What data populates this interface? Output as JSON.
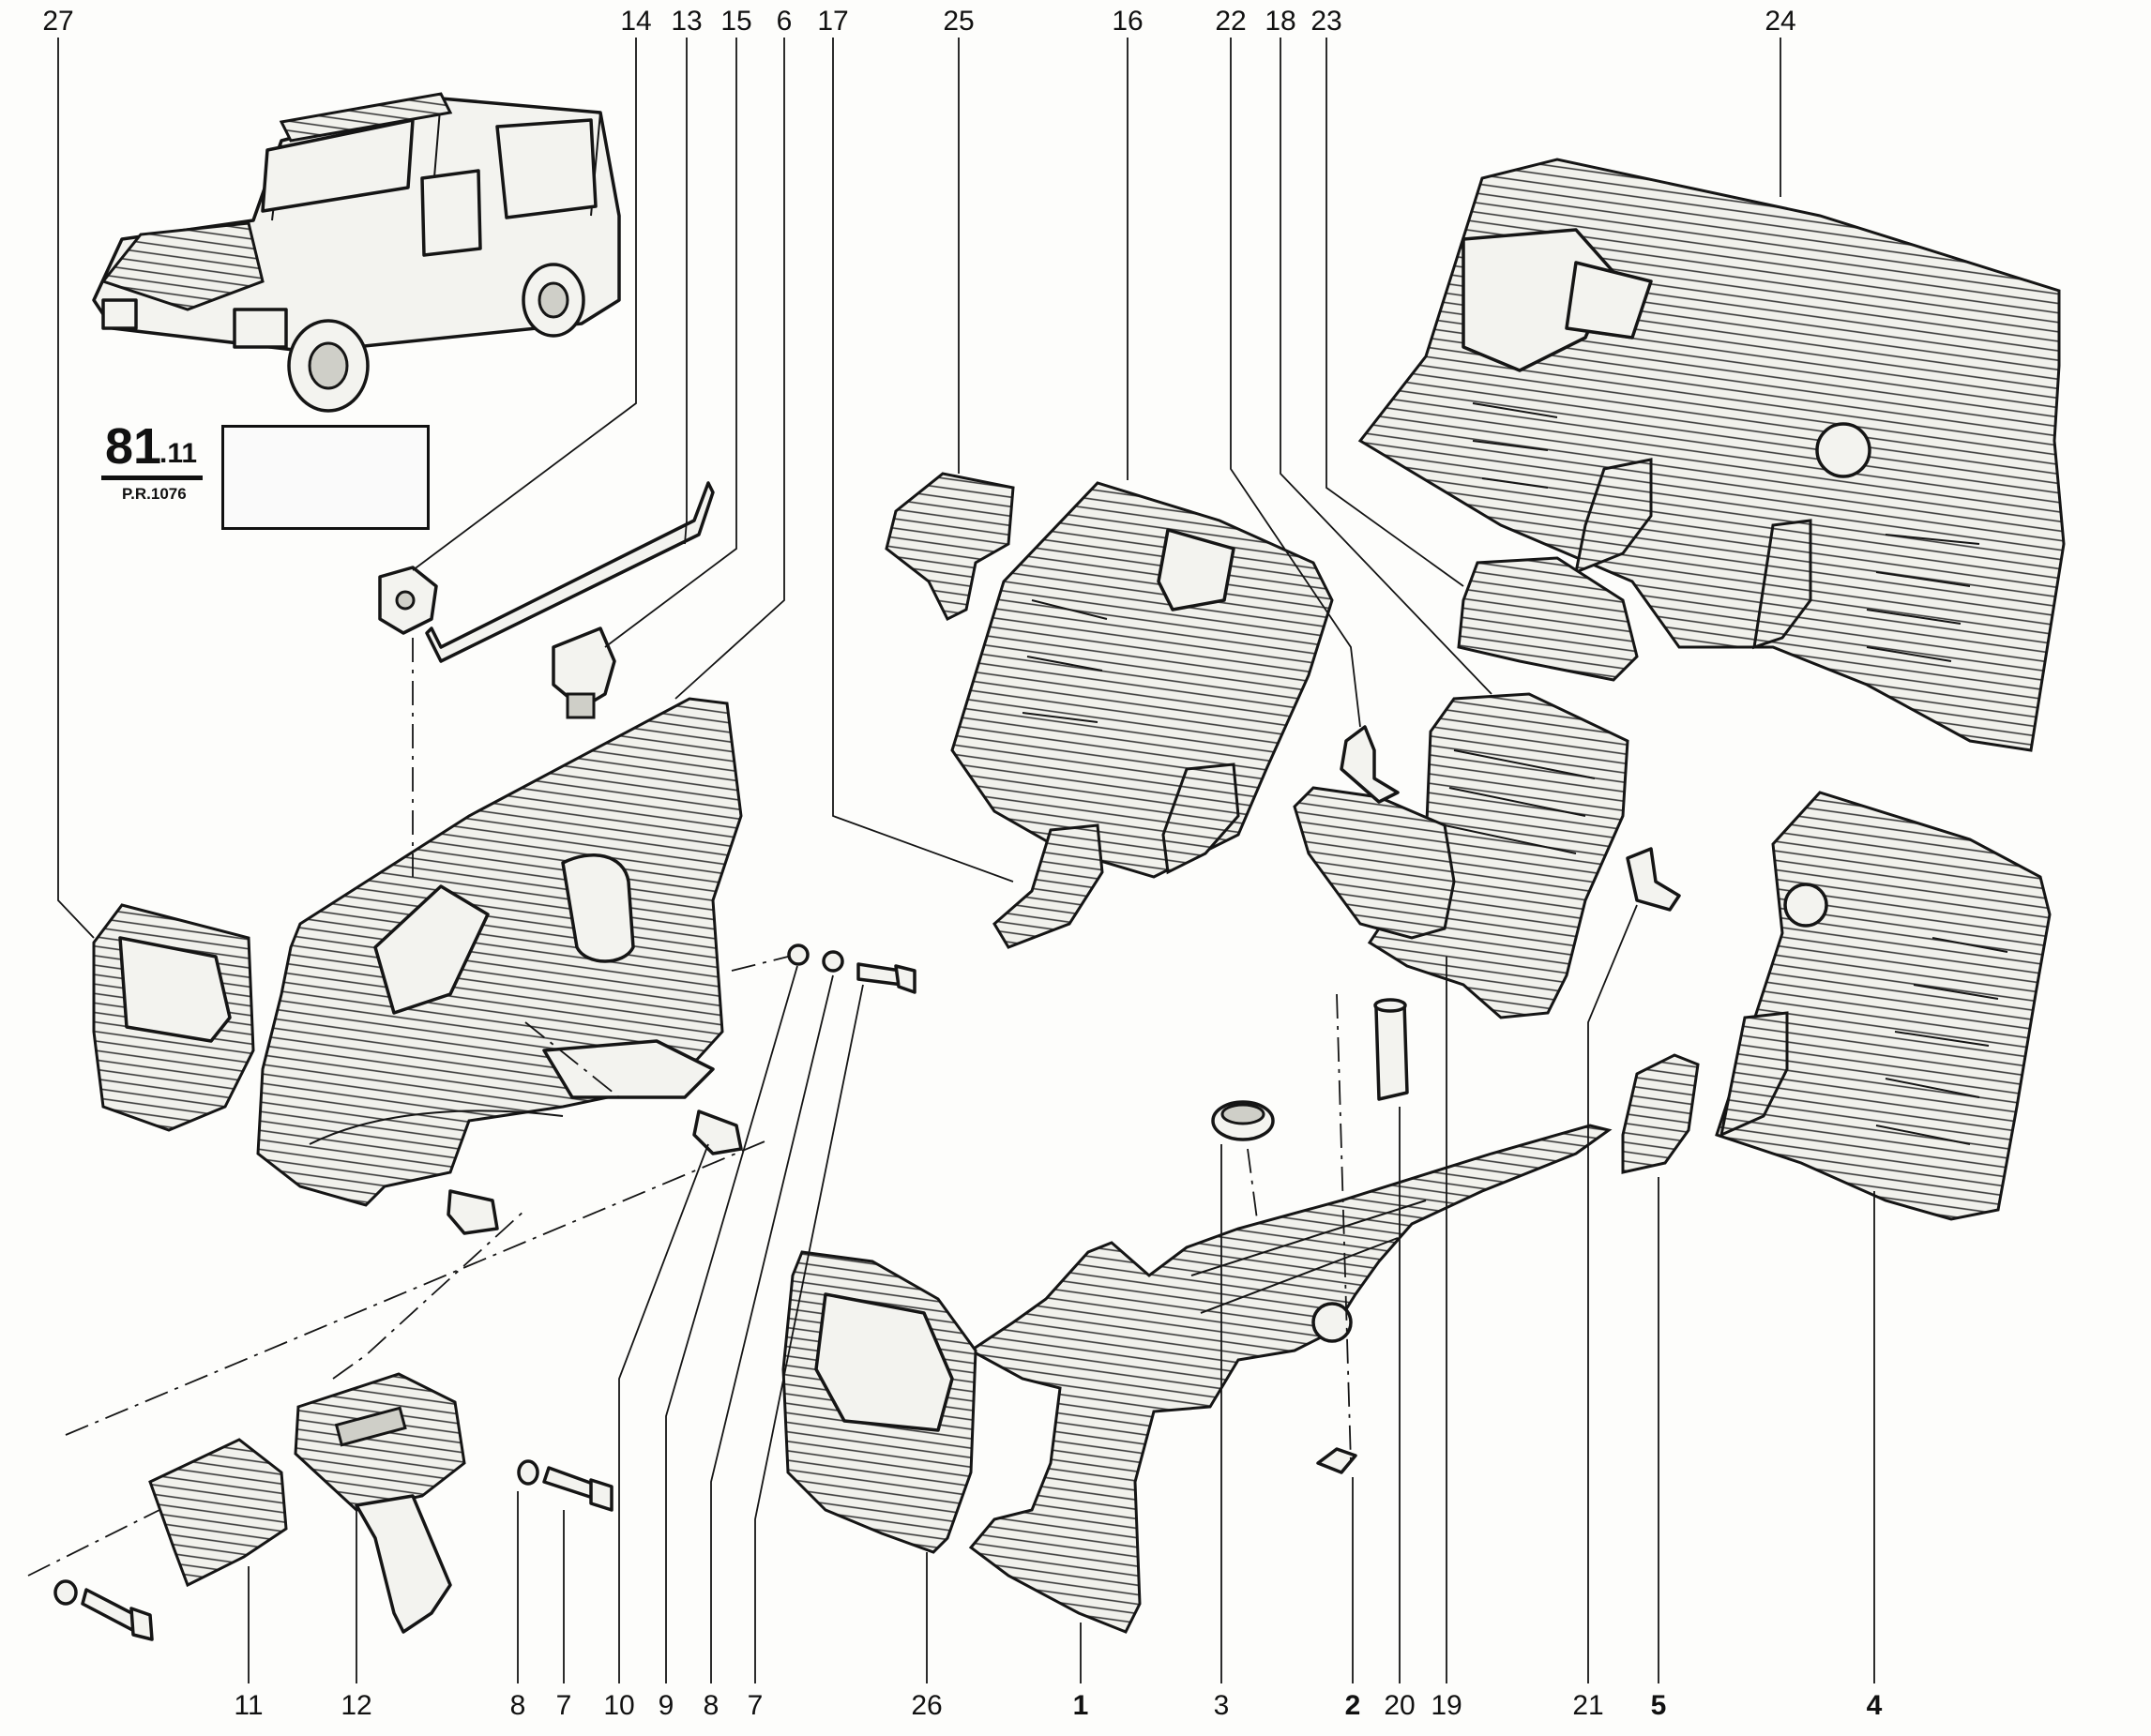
{
  "diagram": {
    "reference": {
      "code": "81",
      "sub": ".11",
      "pr": "P.R.1076"
    },
    "callouts": [
      {
        "num": "27",
        "bold": false
      },
      {
        "num": "14",
        "bold": false
      },
      {
        "num": "13",
        "bold": false
      },
      {
        "num": "15",
        "bold": false
      },
      {
        "num": "6",
        "bold": false
      },
      {
        "num": "17",
        "bold": false
      },
      {
        "num": "25",
        "bold": false
      },
      {
        "num": "16",
        "bold": false
      },
      {
        "num": "22",
        "bold": false
      },
      {
        "num": "18",
        "bold": false
      },
      {
        "num": "23",
        "bold": false
      },
      {
        "num": "24",
        "bold": false
      },
      {
        "num": "11",
        "bold": false
      },
      {
        "num": "12",
        "bold": false
      },
      {
        "num": "8",
        "bold": false
      },
      {
        "num": "7",
        "bold": false
      },
      {
        "num": "10",
        "bold": false
      },
      {
        "num": "9",
        "bold": false
      },
      {
        "num": "8",
        "bold": false
      },
      {
        "num": "7",
        "bold": false
      },
      {
        "num": "26",
        "bold": false
      },
      {
        "num": "1",
        "bold": true
      },
      {
        "num": "3",
        "bold": false
      },
      {
        "num": "2",
        "bold": true
      },
      {
        "num": "20",
        "bold": false
      },
      {
        "num": "19",
        "bold": false
      },
      {
        "num": "21",
        "bold": false
      },
      {
        "num": "5",
        "bold": true
      },
      {
        "num": "4",
        "bold": true
      }
    ]
  }
}
